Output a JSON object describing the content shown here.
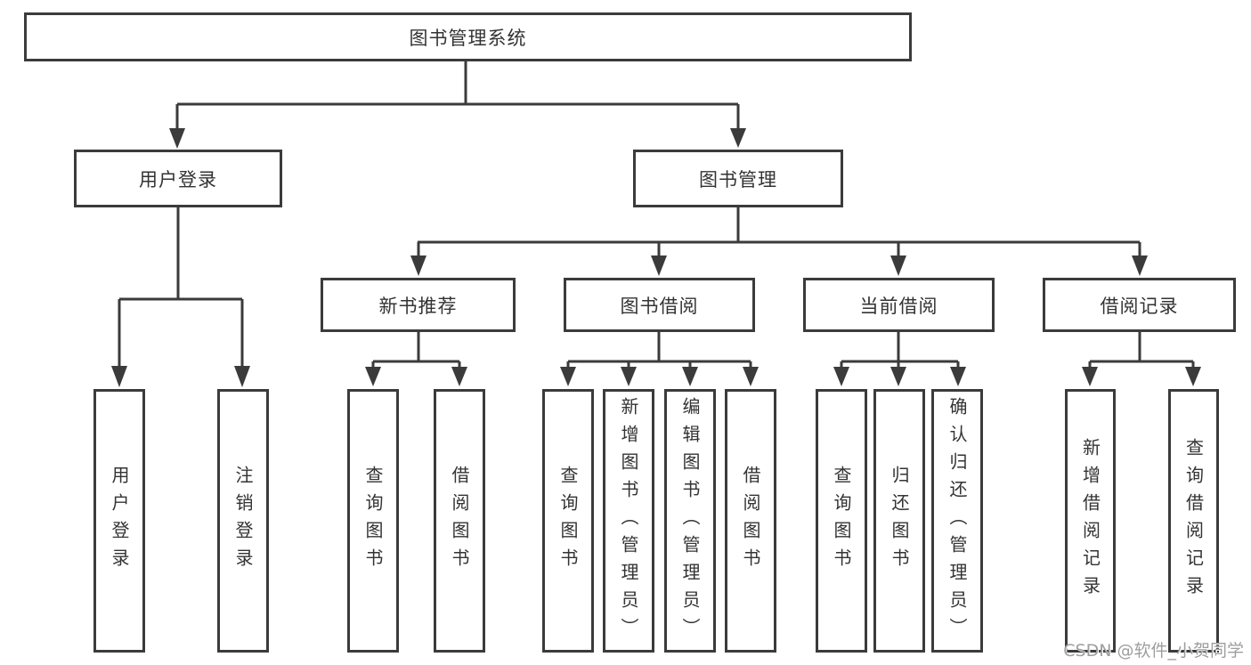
{
  "tree": {
    "root": {
      "label": "图书管理系统"
    },
    "branches": [
      {
        "label": "用户登录",
        "leaves": [
          {
            "label": "用户登录"
          },
          {
            "label": "注销登录"
          }
        ]
      },
      {
        "label": "图书管理",
        "groups": [
          {
            "label": "新书推荐",
            "leaves": [
              {
                "label": "查询图书"
              },
              {
                "label": "借阅图书"
              }
            ]
          },
          {
            "label": "图书借阅",
            "leaves": [
              {
                "label": "查询图书"
              },
              {
                "label": "新增图书（管理员）"
              },
              {
                "label": "编辑图书（管理员）"
              },
              {
                "label": "借阅图书"
              }
            ]
          },
          {
            "label": "当前借阅",
            "leaves": [
              {
                "label": "查询图书"
              },
              {
                "label": "归还图书"
              },
              {
                "label": "确认归还（管理员）"
              }
            ]
          },
          {
            "label": "借阅记录",
            "leaves": [
              {
                "label": "新增借阅记录"
              },
              {
                "label": "查询借阅记录"
              }
            ]
          }
        ]
      }
    ]
  },
  "watermark": {
    "text": "CSDN @软件_小贺同学"
  },
  "colors": {
    "line": "#3b3b3b",
    "text": "#333333",
    "watermark": "#9e9e9e",
    "background": "#ffffff"
  }
}
